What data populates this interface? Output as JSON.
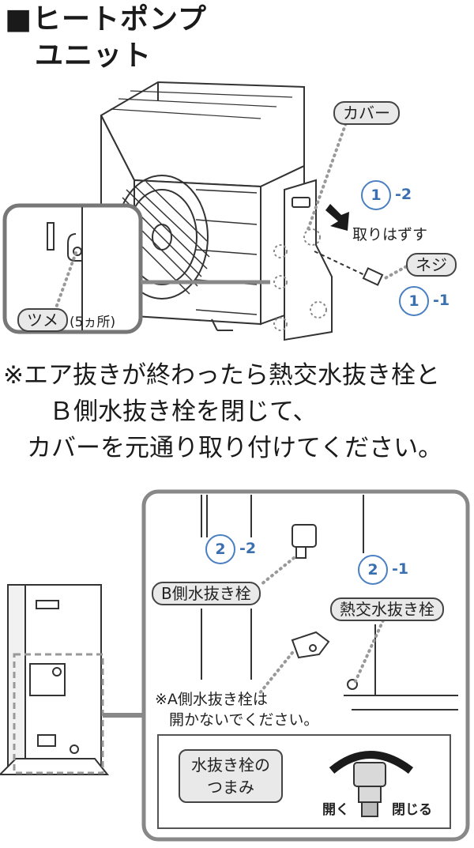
{
  "header": {
    "title_line1": "■ヒートポンプ",
    "title_line2": "ユニット"
  },
  "top_diagram": {
    "cover_label": "カバー",
    "step_1_2": {
      "num": "1",
      "suffix": "-2",
      "text": "取りはずす"
    },
    "screw_label": "ネジ",
    "step_1_1": {
      "num": "1",
      "suffix": "-1"
    },
    "tab_label": "ツメ",
    "tab_count": "(5ヵ所)"
  },
  "note": {
    "line1": "※エア抜きが終わったら熱交水抜き栓と",
    "line2": "Ｂ側水抜き栓を閉じて、",
    "line3": "カバーを元通り取り付けてください。"
  },
  "bottom_diagram": {
    "step_2_2": {
      "num": "2",
      "suffix": "-2"
    },
    "b_valve_label": "B側水抜き栓",
    "step_2_1": {
      "num": "2",
      "suffix": "-1"
    },
    "heat_valve_label": "熱交水抜き栓",
    "a_valve_note_line1": "※A側水抜き栓は",
    "a_valve_note_line2": "開かないでください。",
    "knob_label_line1": "水抜き栓の",
    "knob_label_line2": "つまみ",
    "open_label": "開く",
    "close_label": "閉じる"
  },
  "colors": {
    "accent_blue": "#4a7fc1",
    "callout_gray": "#999999",
    "pill_fill": "#e9e9e9"
  }
}
